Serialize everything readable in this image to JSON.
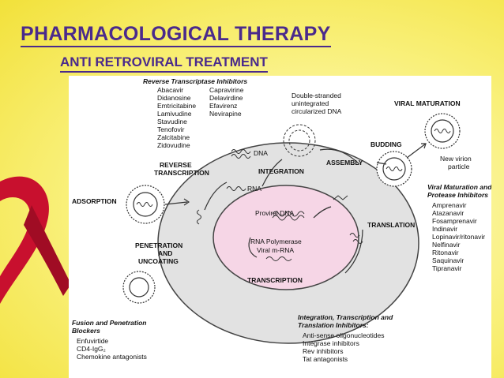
{
  "slide": {
    "title": "PHARMACOLOGICAL THERAPY",
    "subtitle": "ANTI RETROVIRAL TREATMENT"
  },
  "diagram": {
    "rti_header": "Reverse Transcriptase Inhibitors",
    "rti_col1": [
      "Abacavir",
      "Didanosine",
      "Emtricitabine",
      "Lamivudine",
      "Stavudine",
      "Tenofovir",
      "Zalcitabine",
      "Zidovudine"
    ],
    "rti_col2": [
      "Capravirine",
      "Delavirdine",
      "Efavirenz",
      "Nevirapine"
    ],
    "dsdna_note": [
      "Double-stranded",
      "unintegrated",
      "circularized DNA"
    ],
    "stages": {
      "viral_maturation": "VIRAL MATURATION",
      "budding": "BUDDING",
      "assembly": "ASSEMBLY",
      "integration": "INTEGRATION",
      "reverse_transcription": [
        "REVERSE",
        "TRANSCRIPTION"
      ],
      "adsorption": "ADSORPTION",
      "penetration_uncoating": [
        "PENETRATION",
        "AND",
        "UNCOATING"
      ],
      "translation": "TRANSLATION",
      "transcription": "TRANSCRIPTION"
    },
    "inner_labels": {
      "dna": "DNA",
      "rna": "RNA",
      "proviral_dna": "Proviral DNA",
      "rna_polymerase": "RNA Polymerase",
      "viral_mrna": "Viral m-RNA"
    },
    "new_virion": [
      "New virion",
      "particle"
    ],
    "pi_header": [
      "Viral Maturation and",
      "Protease Inhibitors"
    ],
    "pi_list": [
      "Amprenavir",
      "Atazanavir",
      "Fosamprenavir",
      "Indinavir",
      "Lopinavir/ritonavir",
      "Nelfinavir",
      "Ritonavir",
      "Saquinavir",
      "Tipranavir"
    ],
    "fusion_header": [
      "Fusion and Penetration",
      "Blockers"
    ],
    "fusion_list": [
      "Enfuvirtide",
      "CD4-IgG₂",
      "Chemokine antagonists"
    ],
    "itt_header": [
      "Integration, Transcription and",
      "Translation Inhibitors:"
    ],
    "itt_list": [
      "Anti-sense oligonucleotides",
      "Integrase inhibitors",
      "Rev inhibitors",
      "Tat antagonists"
    ]
  },
  "colors": {
    "title_purple": "#4a2a8c",
    "cell_gray": "#e2e2e2",
    "nucleus_pink": "#f6d6e6",
    "ribbon_red": "#c8102e"
  }
}
